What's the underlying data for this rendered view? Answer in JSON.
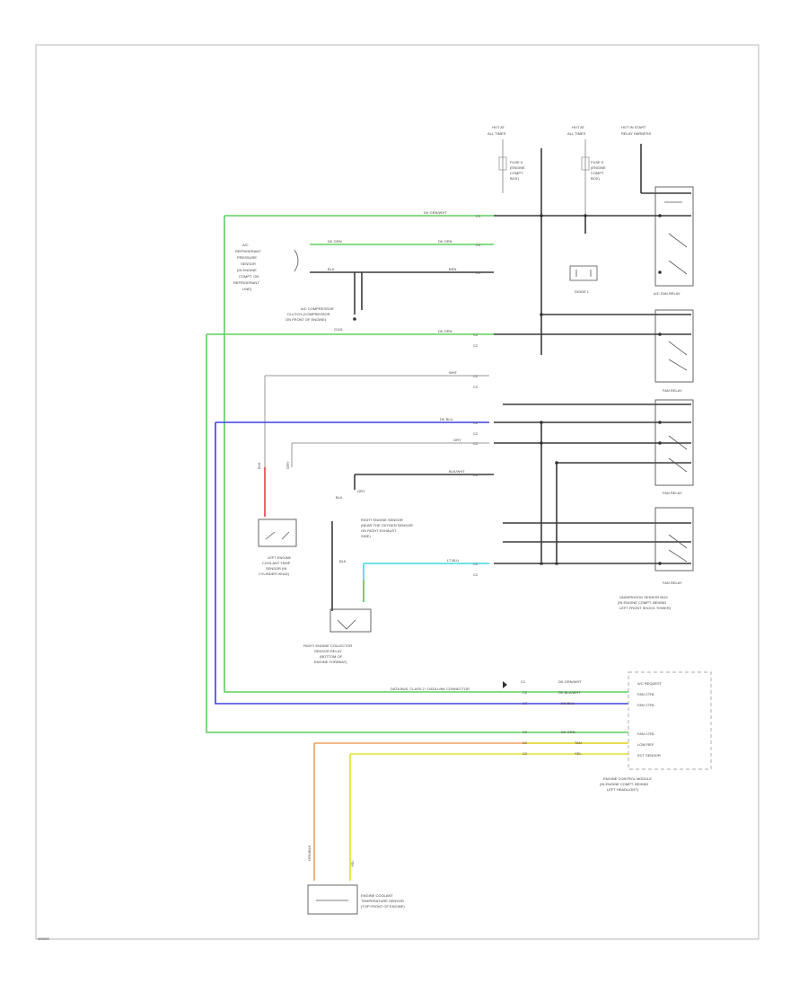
{
  "diagram": {
    "figure_id": "W0000",
    "top_feeds": [
      {
        "id": "feed1",
        "lines": [
          "HOT AT",
          "ALL TIMES"
        ]
      },
      {
        "id": "feed2",
        "lines": [
          "HOT AT",
          "ALL TIMES"
        ]
      },
      {
        "id": "feed3",
        "lines": [
          "HOT IN START",
          "RELAY HARNESS"
        ]
      }
    ],
    "fuses": [
      {
        "id": "fuse1",
        "lines": [
          "FUSE 9",
          "(ENGINE",
          "COMPT",
          "BOX)"
        ]
      },
      {
        "id": "fuse2",
        "lines": [
          "FUSE 9",
          "(ENGINE",
          "COMPT",
          "BOX)"
        ]
      }
    ],
    "relays": [
      {
        "id": "relay1",
        "label": "A/C-FAN RELAY"
      },
      {
        "id": "relay2",
        "label": "FAN RELAY"
      },
      {
        "id": "relay3",
        "label": "FAN RELAY"
      },
      {
        "id": "relay4",
        "label": "FAN RELAY"
      }
    ],
    "diode_label": "DIODE 1",
    "relay_box_lines": [
      "UNDERHOOD SENSOR BOX",
      "(IN ENGINE COMPT, BEHIND",
      "LEFT FRONT SHOCK TOWER)"
    ],
    "ac_pressure_lines": [
      "A/C",
      "REFRIGERANT",
      "PRESSURE",
      "SENSOR",
      "(IN ENGINE",
      "COMPT, ON",
      "REFRIGERANT",
      "LINE)"
    ],
    "ac_compressor_lines": [
      "A/C COMPRESSOR",
      "CLUTCH (COMPRESSOR",
      "ON FRONT OF ENGINE)"
    ],
    "ac_compressor_pin": "G101",
    "left_sensor_lines": [
      "LEFT ENGINE",
      "COOLANT TEMP",
      "SENSOR (IN",
      "CYLINDER HEAD)"
    ],
    "right_sensor_top_lines": [
      "RIGHT ENGINE SENSOR",
      "(NEAR THE OXYGEN SENSOR",
      "ON RIGHT EXHAUST",
      "SIDE)"
    ],
    "right_sensor_bottom_lines": [
      "RIGHT ENGINE COLLECTOR",
      "SENSOR RELAY",
      "(BOTTOM OF",
      "ENGINE FOREBAY)"
    ],
    "sensor_pin_labels": [
      "BLK",
      "GRY",
      "BLK",
      "GRY",
      "BLK"
    ],
    "ecm_module_lines": [
      "ENGINE CONTROL MODULE",
      "(IN ENGINE COMPT, BEHIND",
      "LEFT HEADLIGHT)"
    ],
    "ecm_pins": [
      {
        "id": "p1",
        "label": "A/C REQUEST"
      },
      {
        "id": "p2",
        "label": "FAN CTRL"
      },
      {
        "id": "p3",
        "label": "FAN CTRL"
      },
      {
        "id": "p4",
        "label": "FAN CTRL"
      },
      {
        "id": "p5",
        "label": "LOW REF"
      },
      {
        "id": "p6",
        "label": "ECT SENSOR"
      }
    ],
    "ecm_wire_code": "DATA BUS, CLASS 2 / DATA LINK CONNECTOR",
    "bottom_sensor_lines": [
      "ENGINE COOLANT",
      "TEMPERATURE SENSOR",
      "(TOP FRONT OF ENGINE)"
    ],
    "bottom_sensor_pins": [
      "ORN/BLK",
      "YEL"
    ],
    "wire_colors": [
      {
        "id": "w1",
        "label": "DK GRN/WHT"
      },
      {
        "id": "w2",
        "label": "DK GRN"
      },
      {
        "id": "w3",
        "label": "DK GRN"
      },
      {
        "id": "w4",
        "label": "BLK"
      },
      {
        "id": "w5",
        "label": "BRN"
      },
      {
        "id": "w6",
        "label": "DK GRN"
      },
      {
        "id": "w7",
        "label": "WHT"
      },
      {
        "id": "w8",
        "label": "DK BLU"
      },
      {
        "id": "w9",
        "label": "GRY"
      },
      {
        "id": "w10",
        "label": "BLK/WHT"
      },
      {
        "id": "w11",
        "label": "LT BLU"
      },
      {
        "id": "w12",
        "label": "DK GRN/WHT"
      },
      {
        "id": "w13",
        "label": "DK BLU/WHT"
      },
      {
        "id": "w14",
        "label": "DK BLU"
      },
      {
        "id": "w15",
        "label": "DK GRN"
      },
      {
        "id": "w16",
        "label": "TAN"
      },
      {
        "id": "w17",
        "label": "YEL"
      }
    ],
    "wire_connectors": [
      {
        "id": "c1",
        "label": "C1"
      },
      {
        "id": "c2",
        "label": "C1"
      },
      {
        "id": "c3",
        "label": "C1"
      },
      {
        "id": "c4",
        "label": "C2"
      },
      {
        "id": "c5",
        "label": "C2"
      },
      {
        "id": "c6",
        "label": "C2"
      },
      {
        "id": "c7",
        "label": "C2"
      },
      {
        "id": "c8",
        "label": "C2"
      },
      {
        "id": "c9",
        "label": "C2"
      },
      {
        "id": "c10",
        "label": "C2"
      },
      {
        "id": "c11",
        "label": "C2"
      },
      {
        "id": "c12",
        "label": "C2"
      },
      {
        "id": "c13",
        "label": "C2"
      }
    ],
    "ecm_row_codes": [
      "C1",
      "C2",
      "C2",
      "C2",
      "C2",
      "C2"
    ],
    "colors": {
      "green": "#5fd05f",
      "blue": "#4040e0",
      "cyan": "#40d8e0",
      "orange": "#f0a060",
      "yellow": "#e0e030",
      "red": "#e04040",
      "black": "#3a3a3a",
      "gray": "#a0a0a0"
    }
  }
}
